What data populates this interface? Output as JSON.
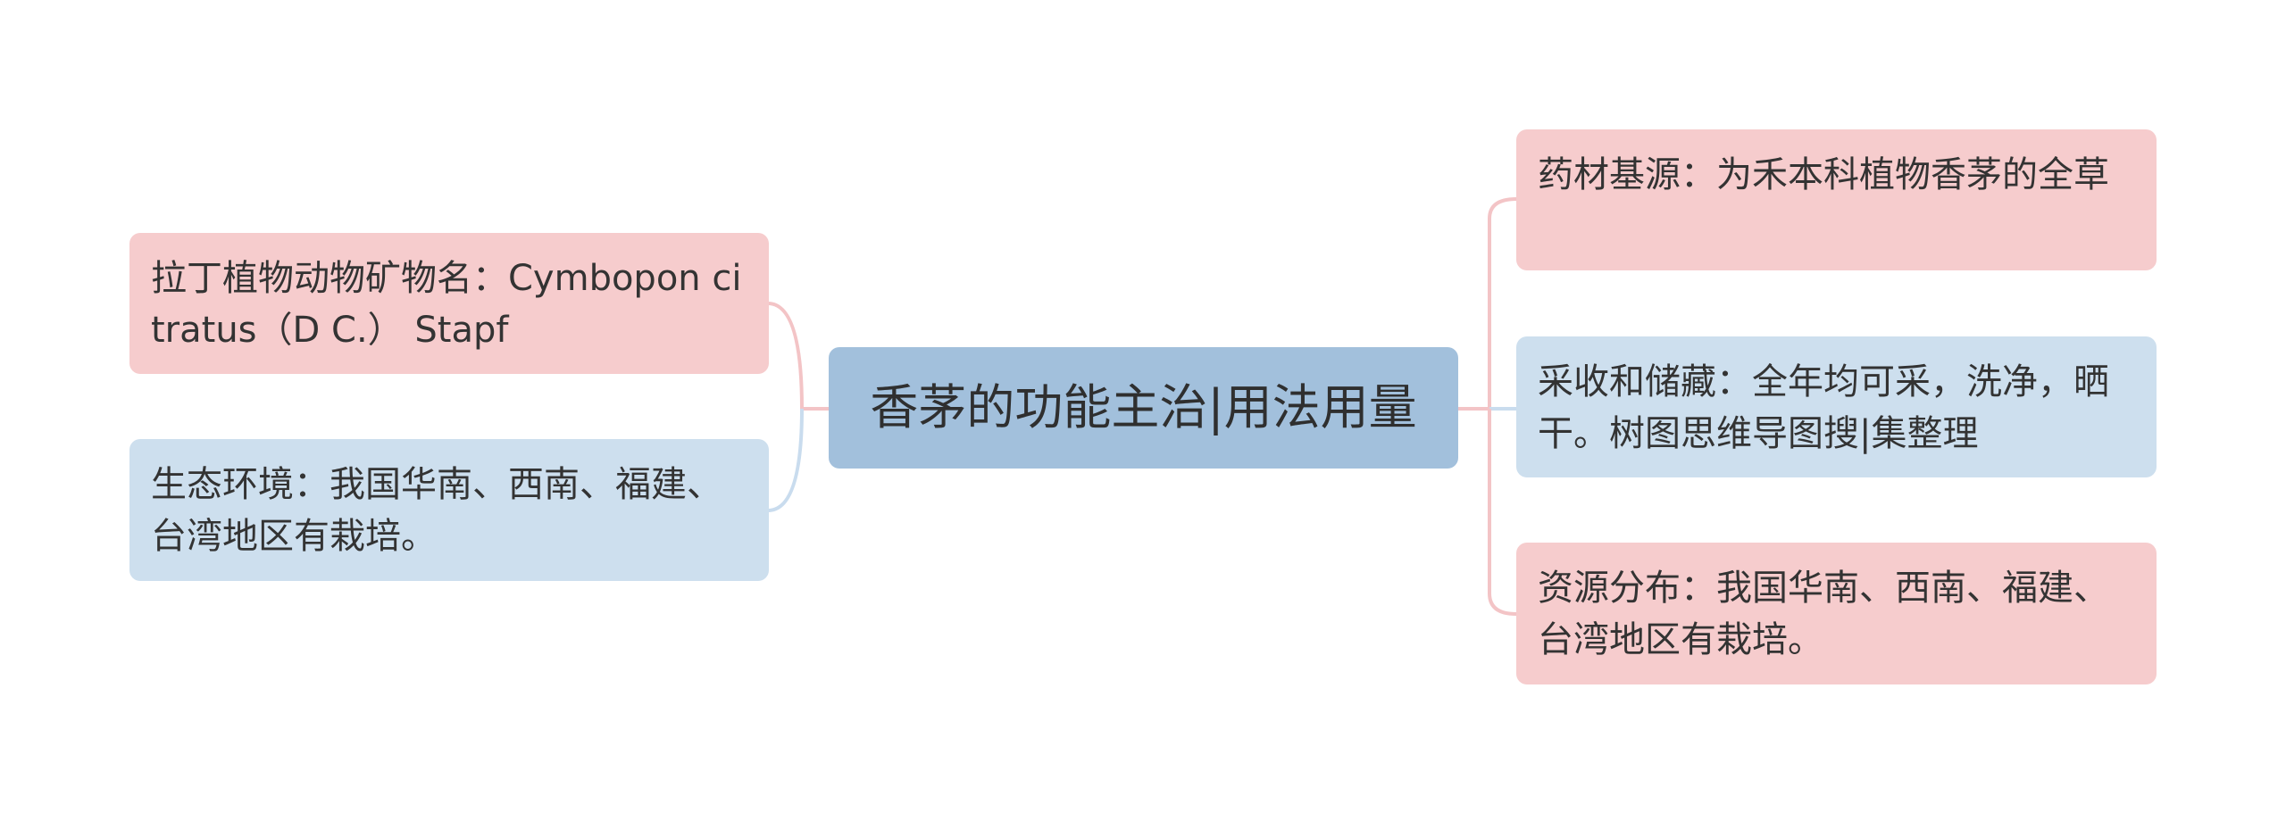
{
  "mindmap": {
    "root": {
      "text": "香茅的功能主治|用法用量"
    },
    "left": [
      {
        "text": "拉丁植物动物矿物名：Cymbopon citratus（D C.） Stapf",
        "color": "#f6cccd"
      },
      {
        "text": "生态环境：我国华南、西南、福建、台湾地区有栽培。",
        "color": "#cddfee"
      }
    ],
    "right": [
      {
        "text": "药材基源：为禾本科植物香茅的全草",
        "color": "#f6cccd"
      },
      {
        "text": "采收和储藏：全年均可采，洗净，晒干。树图思维导图搜|集整理",
        "color": "#cddfee"
      },
      {
        "text": "资源分布：我国华南、西南、福建、台湾地区有栽培。",
        "color": "#f6cccd"
      }
    ]
  },
  "colors": {
    "pink_node": "#f6cccd",
    "blue_node": "#cddfee",
    "root_node": "#a2c0dc",
    "pink_line": "#f3c4c6",
    "blue_line": "#c9dcee"
  }
}
